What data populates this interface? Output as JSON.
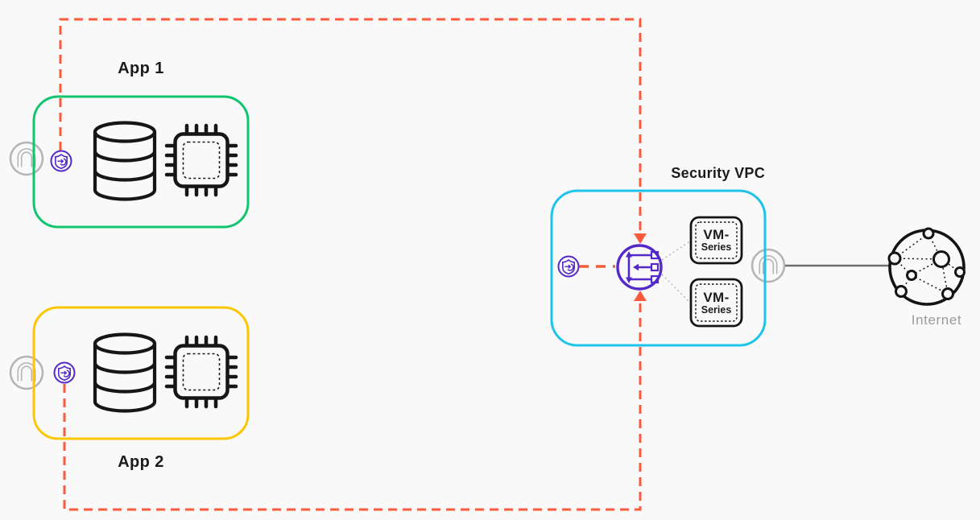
{
  "diagram": {
    "app1": {
      "label": "App 1"
    },
    "app2": {
      "label": "App 2"
    },
    "security_vpc": {
      "label": "Security VPC"
    },
    "vm_series_top": {
      "line1": "VM-",
      "line2": "Series"
    },
    "vm_series_bottom": {
      "line1": "VM-",
      "line2": "Series"
    },
    "internet": {
      "label": "Internet"
    }
  },
  "icons": {
    "database": "database-icon",
    "cpu": "chip-icon",
    "gateway_endpoint": "gateway-endpoint-shield-icon",
    "gateway_load_balancer": "gateway-load-balancer-icon",
    "network_interface": "n-interface-icon",
    "internet_globe": "internet-globe-icon",
    "traffic_arrow": "traffic-arrow-icon"
  },
  "colors": {
    "background": "#f9f9f9",
    "app1_border": "#10c56e",
    "app2_border": "#fdc502",
    "security_vpc_border": "#1fc3ea",
    "traffic_dashed": "#fa5b3d",
    "endpoint_purple": "#5429c8",
    "icon_outline": "#161616",
    "interface_gray": "#b5b5b5",
    "internet_link_gray": "#6e6e6e",
    "label_gray": "#9a9a9a"
  }
}
